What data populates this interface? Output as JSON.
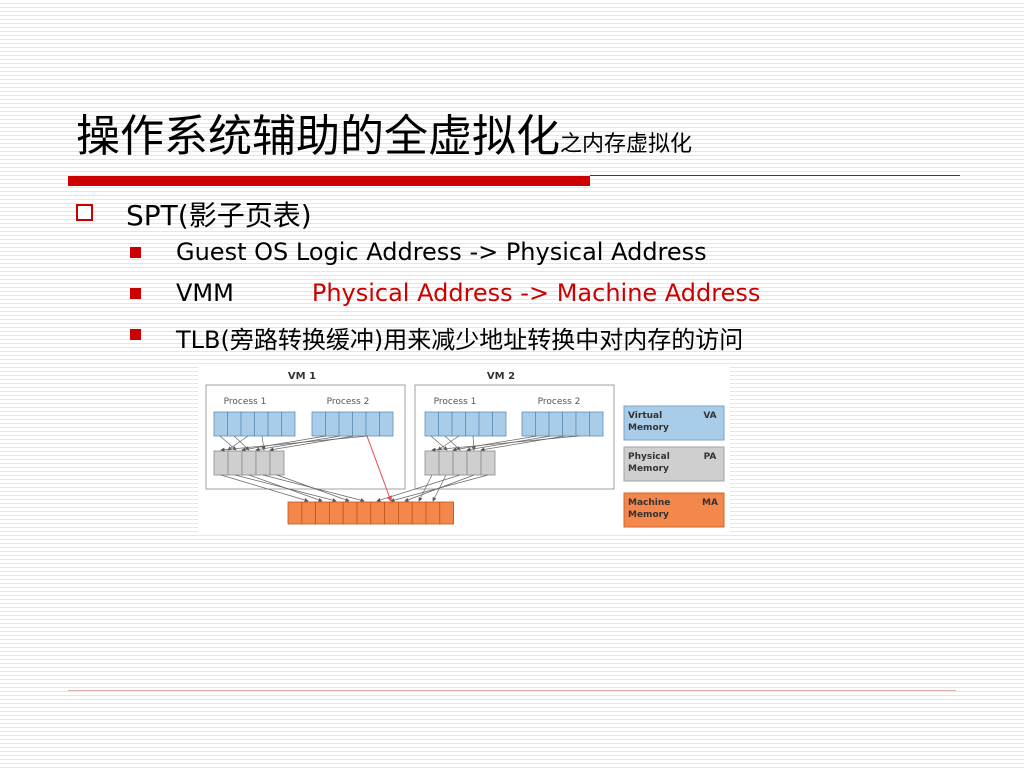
{
  "title": {
    "main": "操作系统辅助的全虚拟化",
    "sub": "之内存虚拟化"
  },
  "bullets": {
    "spt": {
      "prefix": "SPT(",
      "cjk": "影子页表",
      "suffix": ")"
    },
    "guest": {
      "text": "Guest OS Logic Address -> Physical Address"
    },
    "vmm": {
      "label": "VMM",
      "mapping": "Physical Address -> Machine Address"
    },
    "tlb": {
      "prefix": "TLB(",
      "cjk1": "旁路转换缓冲",
      "mid": ")",
      "cjk2": "用来减少地址转换中对内存的访问"
    }
  },
  "figure": {
    "vm1": {
      "label": "VM 1",
      "process1": "Process 1",
      "process2": "Process 2"
    },
    "vm2": {
      "label": "VM 2",
      "process1": "Process 1",
      "process2": "Process 2"
    },
    "legend": [
      {
        "name": "Virtual Memory",
        "line1": "Virtual",
        "line2": "Memory",
        "abbr": "VA",
        "color": "#a9cce8"
      },
      {
        "name": "Physical Memory",
        "line1": "Physical",
        "line2": "Memory",
        "abbr": "PA",
        "color": "#cfcfcf"
      },
      {
        "name": "Machine Memory",
        "line1": "Machine",
        "line2": "Memory",
        "abbr": "MA",
        "color": "#f4874b"
      }
    ],
    "colors": {
      "va": "#a9cce8",
      "pa": "#cfcfcf",
      "ma": "#f4874b",
      "highlight": "#e05050"
    }
  }
}
